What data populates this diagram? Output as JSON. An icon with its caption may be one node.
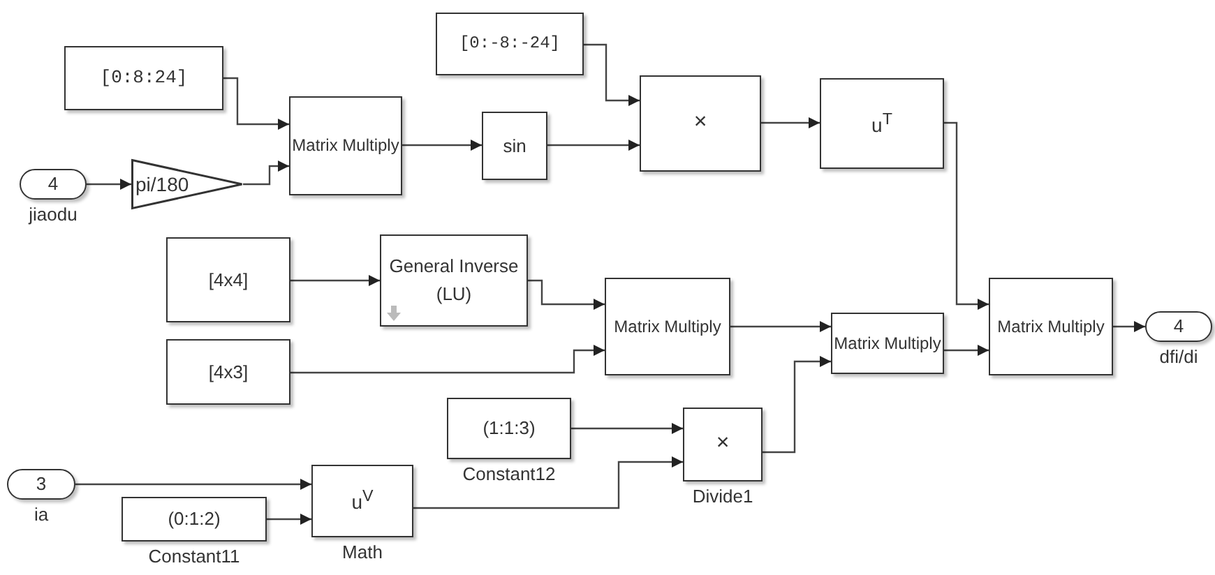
{
  "diagram": {
    "nodes": [
      {
        "text": [
          "[0:8:24]"
        ]
      },
      {
        "text": [
          "[0:-8:-24]"
        ]
      },
      {
        "text": [
          "4"
        ],
        "beside": [
          "jiaodu"
        ]
      },
      {
        "text": [
          "pi/180"
        ]
      },
      {
        "text": [
          "Matrix Multiply"
        ]
      },
      {
        "text": [
          "sin"
        ]
      },
      {
        "text": [
          "×"
        ]
      },
      {
        "text": [
          "u$^{T}$"
        ]
      },
      {
        "text": [
          "[4x4]"
        ]
      },
      {
        "text": [
          "General Inverse",
          "(LU)"
        ]
      },
      {
        "text": [
          "[4x3]"
        ]
      },
      {
        "text": [
          "Matrix Multiply"
        ]
      },
      {
        "text": [
          "Matrix Multiply"
        ]
      },
      {
        "text": [
          "Matrix Multiply"
        ]
      },
      {
        "text": [
          "4"
        ],
        "beside": [
          "dfi/di"
        ]
      },
      {
        "text": [
          "(1:1:3)"
        ],
        "beside": [
          "Constant12"
        ]
      },
      {
        "text": [
          "×"
        ],
        "beside": [
          "Divide1"
        ]
      },
      {
        "text": [
          "3"
        ],
        "beside": [
          "ia"
        ]
      },
      {
        "text": [
          "(0:1:2)"
        ],
        "beside": [
          "Constant11"
        ]
      },
      {
        "text": [
          "u$^{V}$"
        ],
        "beside": [
          "Math"
        ]
      }
    ],
    "edges": [
      {
        "from": 0,
        "to": 4,
        "arrow": "to"
      },
      {
        "from": 2,
        "to": 3,
        "arrow": "to"
      },
      {
        "from": 3,
        "to": 4,
        "arrow": "to"
      },
      {
        "from": 4,
        "to": 5,
        "arrow": "to"
      },
      {
        "from": 1,
        "to": 6,
        "arrow": "to"
      },
      {
        "from": 5,
        "to": 6,
        "arrow": "to"
      },
      {
        "from": 6,
        "to": 7,
        "arrow": "to"
      },
      {
        "from": 7,
        "to": 13,
        "arrow": "to"
      },
      {
        "from": 8,
        "to": 9,
        "arrow": "to"
      },
      {
        "from": 9,
        "to": 11,
        "arrow": "to"
      },
      {
        "from": 10,
        "to": 11,
        "arrow": "to"
      },
      {
        "from": 11,
        "to": 12,
        "arrow": "to"
      },
      {
        "from": 16,
        "to": 12,
        "arrow": "to"
      },
      {
        "from": 12,
        "to": 13,
        "arrow": "to"
      },
      {
        "from": 13,
        "to": 14,
        "arrow": "to"
      },
      {
        "from": 15,
        "to": 16,
        "arrow": "to"
      },
      {
        "from": 19,
        "to": 16,
        "arrow": "to"
      },
      {
        "from": 17,
        "to": 19,
        "arrow": "to"
      },
      {
        "from": 18,
        "to": 19,
        "arrow": "to"
      }
    ]
  }
}
